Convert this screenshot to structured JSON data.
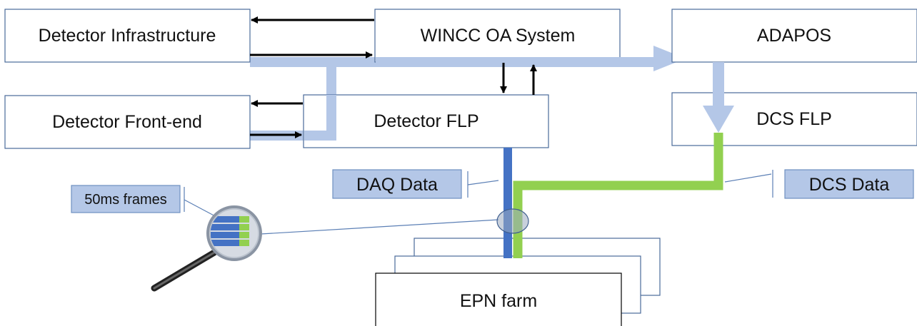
{
  "boxes": {
    "detector_infrastructure": "Detector Infrastructure",
    "wincc_oa_system": "WINCC OA System",
    "adapos": "ADAPOS",
    "detector_front_end": "Detector Front-end",
    "detector_flp": "Detector FLP",
    "dcs_flp": "DCS FLP",
    "epn_farm": "EPN farm"
  },
  "tags": {
    "daq_data": "DAQ Data",
    "dcs_data": "DCS Data",
    "frames": "50ms frames"
  },
  "colors": {
    "box_border": "#4a6a9a",
    "light_flow": "#b4c7e7",
    "daq_flow": "#4472c4",
    "dcs_flow": "#92d050",
    "tag_fill": "#b4c7e7",
    "tag_border": "#6f8fc0",
    "arrow": "#000000",
    "leader": "#5b7fb5"
  },
  "icons": {
    "magnifier": "magnifier-icon"
  }
}
